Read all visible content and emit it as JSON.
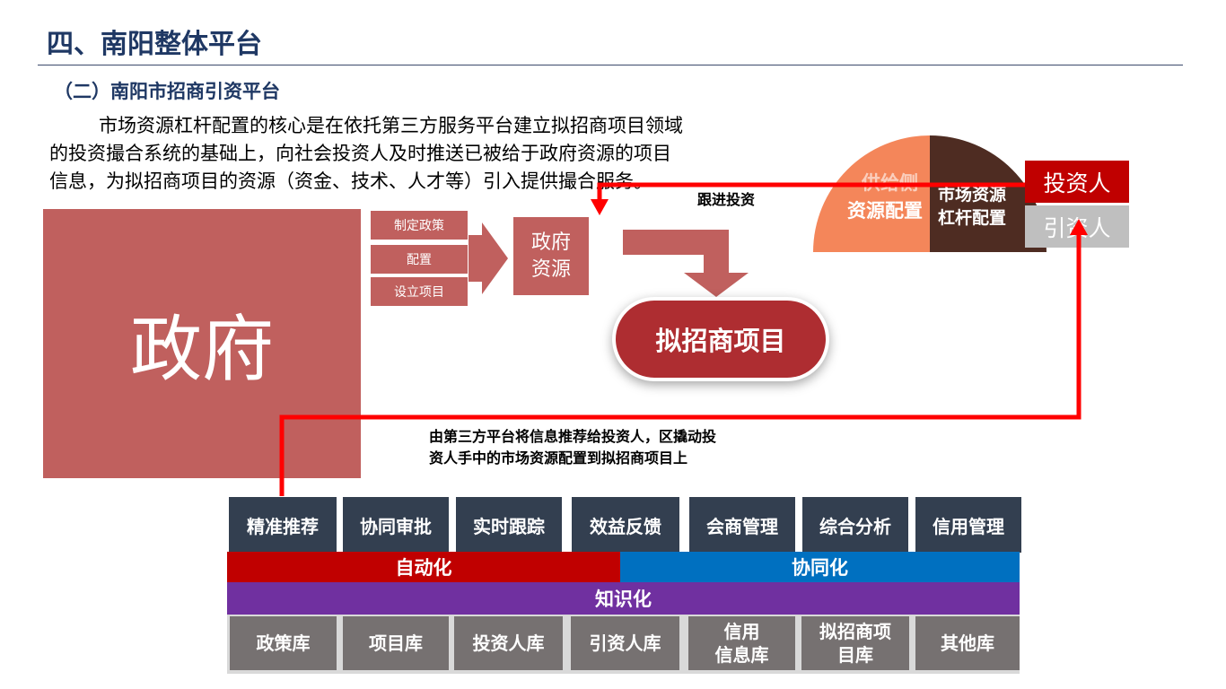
{
  "heading": {
    "title": "四、南阳整体平台",
    "subtitle": "（二）南阳市招商引资平台",
    "paragraph_lines": [
      "市场资源杠杆配置的核心是在依托第三方服务平台建立拟招商项目领域",
      "的投资撮合系统的基础上，向社会投资人及时推送已被给于政府资源的项目",
      "信息，为拟招商项目的资源（资金、技术、人才等）引入提供撮合服务。"
    ]
  },
  "government": {
    "label": "政府"
  },
  "policy_actions": [
    "制定政策",
    "配置",
    "设立项目"
  ],
  "gov_resource": {
    "line1": "政府",
    "line2": "资源"
  },
  "project": {
    "label": "拟招商项目"
  },
  "follow_label": "跟进投资",
  "recommend_lines": [
    "由第三方平台将信息推荐给投资人，区撬动投",
    "资人手中的市场资源配置到拟招商项目上"
  ],
  "allocation": {
    "left_line1": "供给侧",
    "left_line2": "资源配置",
    "right_line1": "市场资源",
    "right_line2": "杠杆配置"
  },
  "parties": {
    "investor": "投资人",
    "attractor": "引资人"
  },
  "functions": [
    "精准推荐",
    "协同审批",
    "实时跟踪",
    "效益反馈",
    "会商管理",
    "综合分析",
    "信用管理"
  ],
  "layers": {
    "automation": "自动化",
    "collaboration": "协同化",
    "knowledge": "知识化"
  },
  "databases": [
    {
      "line1": "政策库",
      "line2": ""
    },
    {
      "line1": "项目库",
      "line2": ""
    },
    {
      "line1": "投资人库",
      "line2": ""
    },
    {
      "line1": "引资人库",
      "line2": ""
    },
    {
      "line1": "信用",
      "line2": "信息库"
    },
    {
      "line1": "拟招商项",
      "line2": "目库"
    },
    {
      "line1": "其他库",
      "line2": ""
    }
  ],
  "colors": {
    "title": "#1f3864",
    "gov_block": "#c0605e",
    "project": "#ae2d31",
    "flow_line": "#ff0000",
    "investor": "#c00000",
    "attractor": "#bfbfbf",
    "function_box": "#333f50",
    "automation": "#c00000",
    "collaboration": "#0070c0",
    "knowledge": "#7030a0",
    "database": "#767171",
    "supply_half": "#f4865a",
    "market_half": "#4e2c22"
  }
}
